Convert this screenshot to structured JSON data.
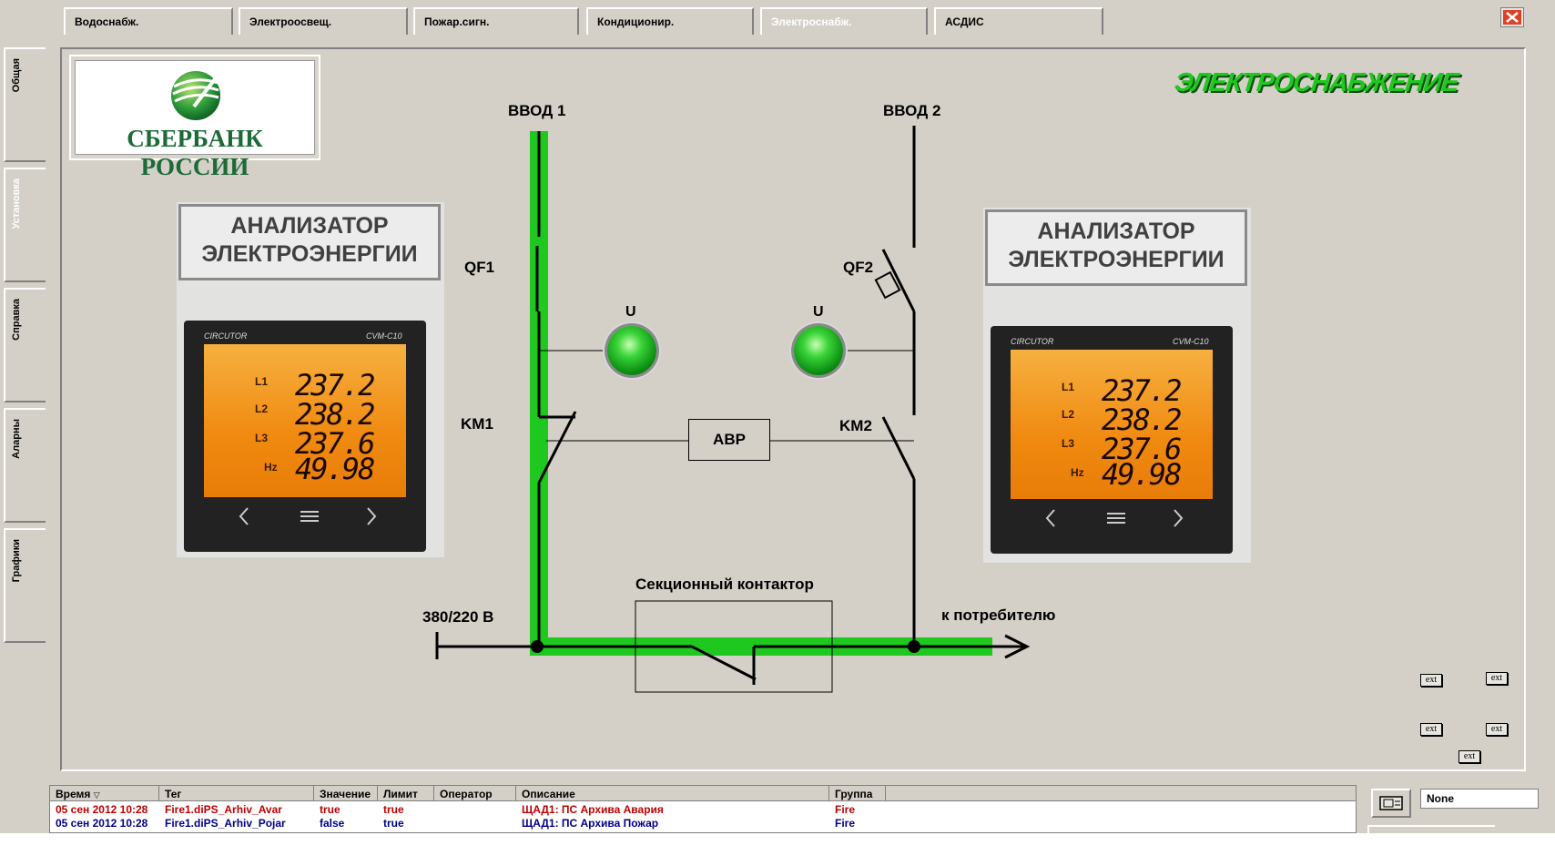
{
  "tabs": [
    {
      "label": "Водоснабж."
    },
    {
      "label": "Электроосвещ."
    },
    {
      "label": "Пожар.сигн."
    },
    {
      "label": "Кондиционир."
    },
    {
      "label": "Электроснабж."
    },
    {
      "label": "АСДИС"
    }
  ],
  "side_tabs": [
    {
      "label": "Общая"
    },
    {
      "label": "Установка"
    },
    {
      "label": "Справка"
    },
    {
      "label": "Аларны"
    },
    {
      "label": "Графики"
    }
  ],
  "logo": {
    "text": "СБЕРБАНК РОССИИ"
  },
  "page_title": "ЭЛЕКТРОСНАБЖЕНИЕ",
  "analyzer": {
    "label_line1": "АНАЛИЗАТОР",
    "label_line2": "ЭЛЕКТРОЭНЕРГИИ",
    "brand": "CIRCUTOR",
    "model": "CVM-C10",
    "rows": [
      {
        "label": "L1",
        "value": "237.2"
      },
      {
        "label": "L2",
        "value": "238.2"
      },
      {
        "label": "L3",
        "value": "237.6"
      },
      {
        "label": "Hz",
        "value": "49.98"
      }
    ]
  },
  "diagram": {
    "input1": "ВВОД 1",
    "input2": "ВВОД 2",
    "qf1": "QF1",
    "qf2": "QF2",
    "km1": "KM1",
    "km2": "KM2",
    "lamp_label": "U",
    "avr": "АВР",
    "voltage": "380/220 В",
    "consumer": "к потребителю",
    "section_contactor": "Секционный контактор"
  },
  "ext_label": "ext",
  "alarm_table": {
    "columns": [
      "Время",
      "Тег",
      "Значение",
      "Лимит",
      "Оператор",
      "Описание",
      "Группа"
    ],
    "rows": [
      {
        "time": "05 сен 2012 10:28",
        "tag": "Fire1.diPS_Arhiv_Avar",
        "value": "true",
        "limit": "true",
        "operator": "",
        "description": "ЩАД1: ПС Архива Авария",
        "group": "Fire"
      },
      {
        "time": "05 сен 2012 10:28",
        "tag": "Fire1.diPS_Arhiv_Pojar",
        "value": "false",
        "limit": "true",
        "operator": "",
        "description": "ЩАД1: ПС Архива Пожар",
        "group": "Fire"
      }
    ]
  },
  "filter_value": "None",
  "colors": {
    "energized": "#1ec81e",
    "alarm_red": "#c00000",
    "alarm_blue": "#00008b"
  }
}
